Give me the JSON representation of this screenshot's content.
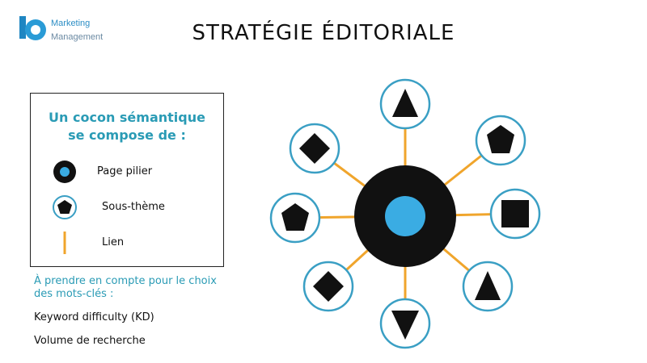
{
  "logo": {
    "line1": "Marketing",
    "line2": "Management"
  },
  "title": "STRATÉGIE ÉDITORIALE",
  "legend": {
    "heading_line1": "Un cocon sémantique",
    "heading_line2": "se compose de :",
    "items": [
      {
        "symbol": "pillar-node",
        "label": "Page pilier"
      },
      {
        "symbol": "subtopic-node",
        "label": "Sous-thème"
      },
      {
        "symbol": "link-line",
        "label": "Lien"
      }
    ]
  },
  "criteria": {
    "heading": "À prendre en compte pour le choix des mots-clés :",
    "items": [
      "Keyword difficulty (KD)",
      "Volume de recherche"
    ]
  },
  "diagram": {
    "center": "pillar-page",
    "satellites": [
      {
        "shape": "triangle"
      },
      {
        "shape": "pentagon"
      },
      {
        "shape": "square"
      },
      {
        "shape": "triangle"
      },
      {
        "shape": "inverted-triangle"
      },
      {
        "shape": "diamond"
      },
      {
        "shape": "pentagon"
      },
      {
        "shape": "diamond"
      }
    ]
  },
  "colors": {
    "accent": "#2a9bb5",
    "center_fill": "#3aace3",
    "node_ring": "#3a9fc4",
    "link": "#f0a52c",
    "shape": "#111111"
  }
}
